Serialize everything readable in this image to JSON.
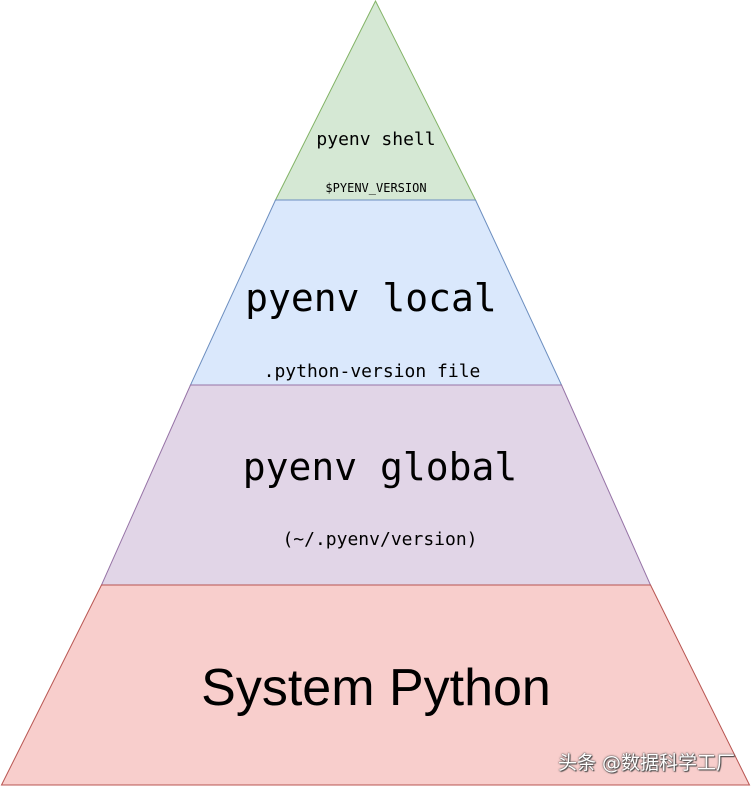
{
  "diagram": {
    "layers": [
      {
        "id": "shell",
        "title": "pyenv shell",
        "subtitle": "$PYENV_VERSION",
        "fill": "#d5e8d4",
        "stroke": "#82b366"
      },
      {
        "id": "local",
        "title": "pyenv local",
        "subtitle": ".python-version file",
        "fill": "#dae8fc",
        "stroke": "#6c8ebf"
      },
      {
        "id": "global",
        "title": "pyenv global",
        "subtitle": "(~/.pyenv/version)",
        "fill": "#e1d5e7",
        "stroke": "#9673a6"
      },
      {
        "id": "system",
        "title": "System Python",
        "fill": "#f8cecc",
        "stroke": "#b85450"
      }
    ]
  },
  "watermark": {
    "text": "头条 @数据科学工厂"
  }
}
